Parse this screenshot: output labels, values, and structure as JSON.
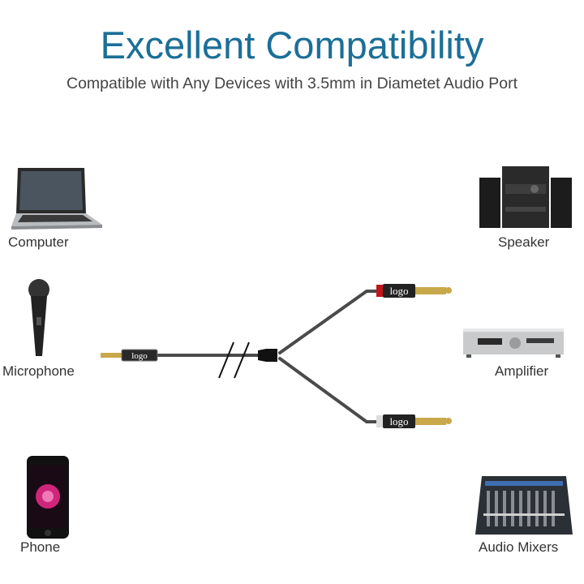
{
  "header": {
    "title": "Excellent Compatibility",
    "subtitle": "Compatible with Any Devices with 3.5mm in Diametet Audio Port"
  },
  "devices_left": [
    {
      "label": "Computer",
      "icon": "laptop-icon"
    },
    {
      "label": "Microphone",
      "icon": "microphone-icon"
    },
    {
      "label": "Phone",
      "icon": "phone-icon"
    }
  ],
  "devices_right": [
    {
      "label": "Speaker",
      "icon": "speaker-icon"
    },
    {
      "label": "Amplifier",
      "icon": "amplifier-icon"
    },
    {
      "label": "Audio Mixers",
      "icon": "mixer-icon"
    }
  ],
  "cable": {
    "plug_text": "logo",
    "accent_red": "#c0161b",
    "title_color": "#1b6f98"
  }
}
